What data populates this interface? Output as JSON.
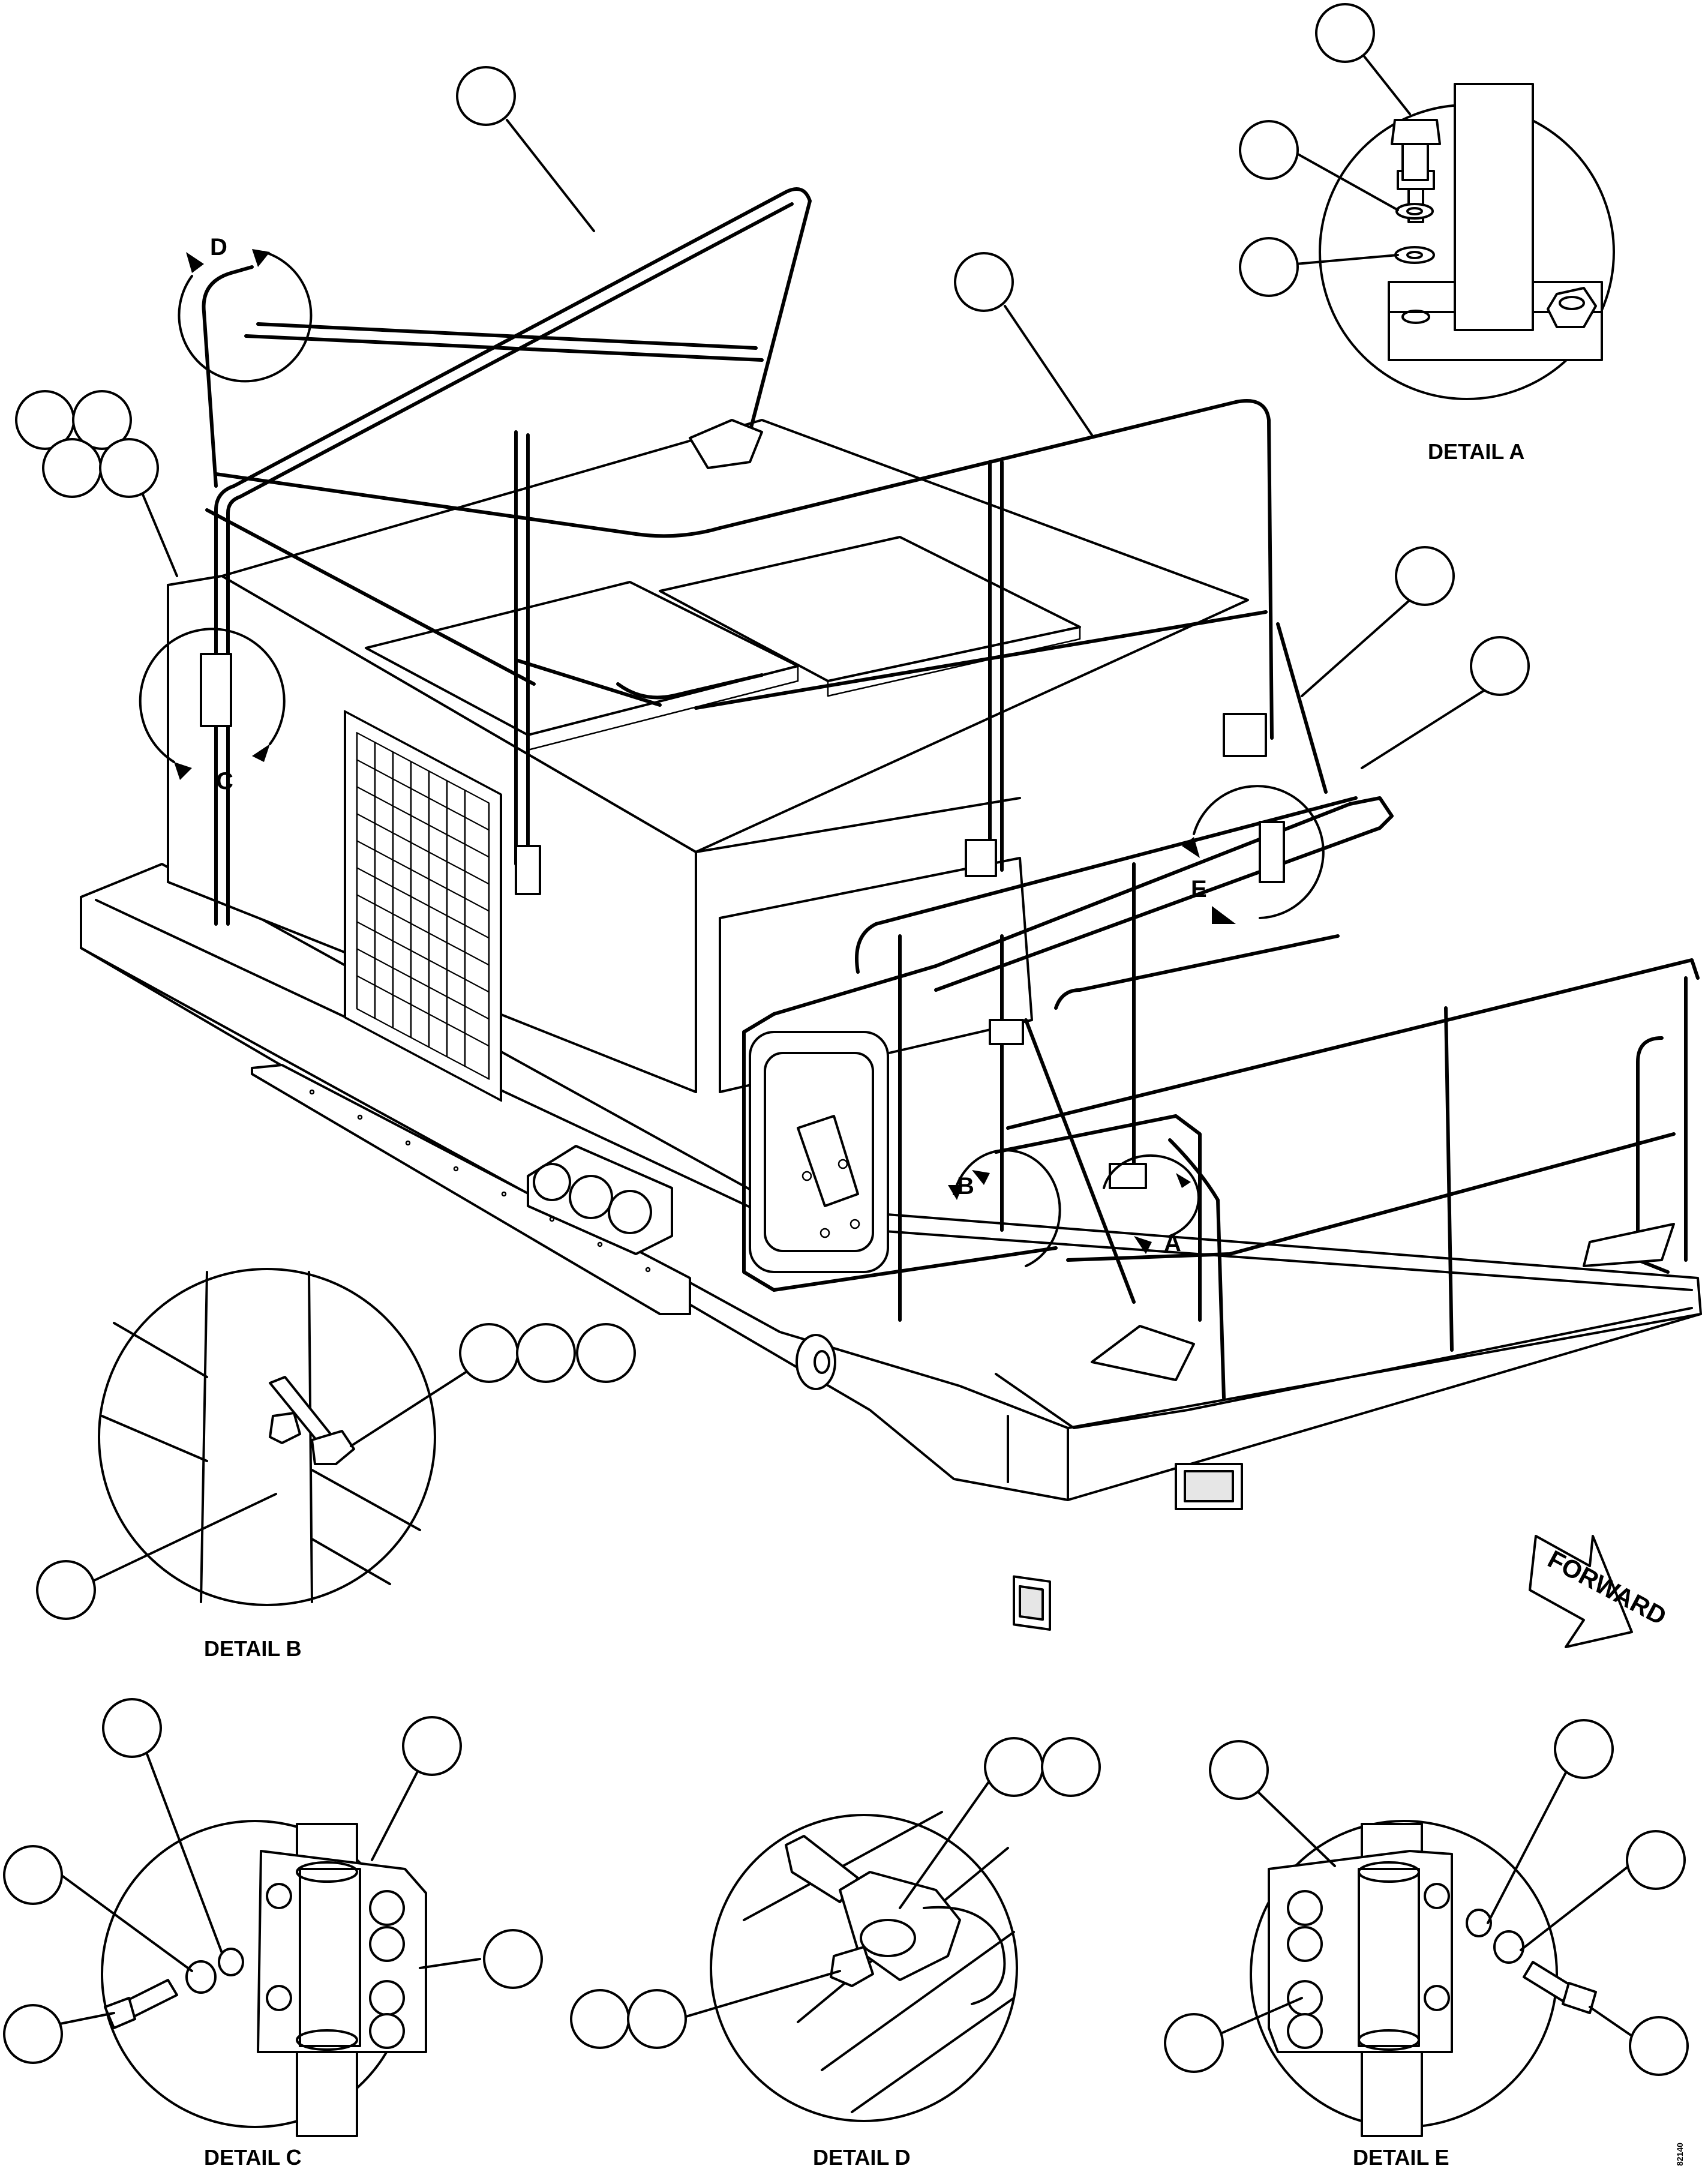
{
  "view_labels": {
    "a": "A",
    "b": "B",
    "c": "C",
    "d": "D",
    "e": "E"
  },
  "detail_titles": {
    "a": "DETAIL A",
    "b": "DETAIL B",
    "c": "DETAIL C",
    "d": "DETAIL D",
    "e": "DETAIL E"
  },
  "direction_label": "FORWARD",
  "figure_code": "82140",
  "colors": {
    "line": "#000000",
    "paper": "#ffffff"
  }
}
